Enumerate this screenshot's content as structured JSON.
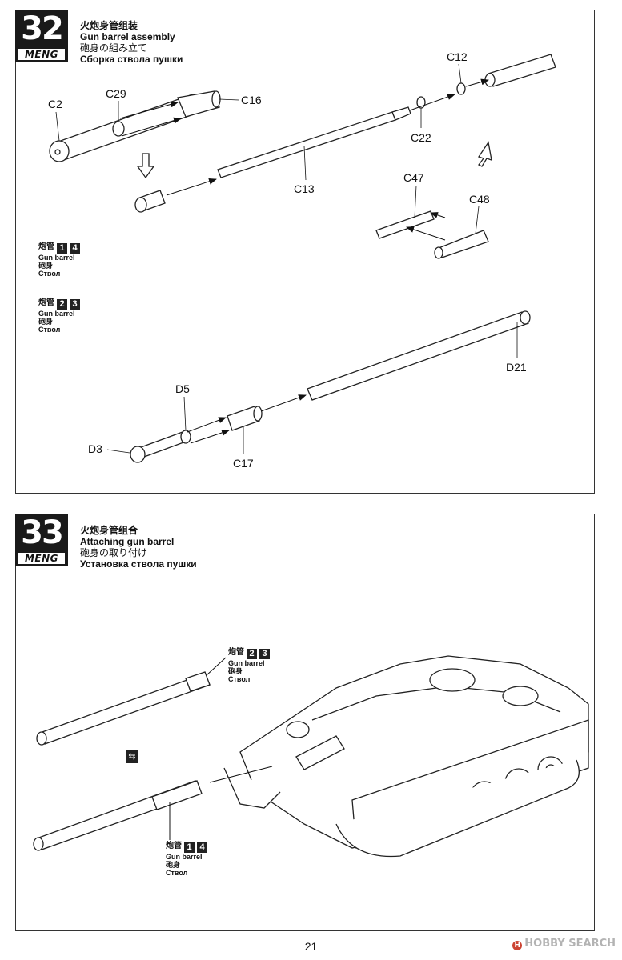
{
  "steps": [
    {
      "number": "32",
      "brand": "MENG",
      "title_zh": "火炮身管组装",
      "title_en": "Gun barrel assembly",
      "title_jp": "砲身の組み立て",
      "title_ru": "Сборка ствола пушки"
    },
    {
      "number": "33",
      "brand": "MENG",
      "title_zh": "火炮身管组合",
      "title_en": "Attaching gun barrel",
      "title_jp": "砲身の取り付け",
      "title_ru": "Установка ствола пушки"
    }
  ],
  "notes": {
    "barrel_14": {
      "zh": "炮管",
      "b1": "1",
      "b2": "4",
      "en": "Gun barrel",
      "jp": "砲身",
      "ru": "Ствол"
    },
    "barrel_23": {
      "zh": "炮管",
      "b1": "2",
      "b2": "3",
      "en": "Gun barrel",
      "jp": "砲身",
      "ru": "Ствол"
    }
  },
  "parts": {
    "C2": "C2",
    "C29": "C29",
    "C16": "C16",
    "C12": "C12",
    "C22": "C22",
    "C13": "C13",
    "C47": "C47",
    "C48": "C48",
    "D5": "D5",
    "D3": "D3",
    "C17": "C17",
    "D21": "D21"
  },
  "swap_icon": "swap-arrows-icon",
  "page_number": "21",
  "watermark": {
    "symbol": "H",
    "text": "HOBBY SEARCH"
  }
}
